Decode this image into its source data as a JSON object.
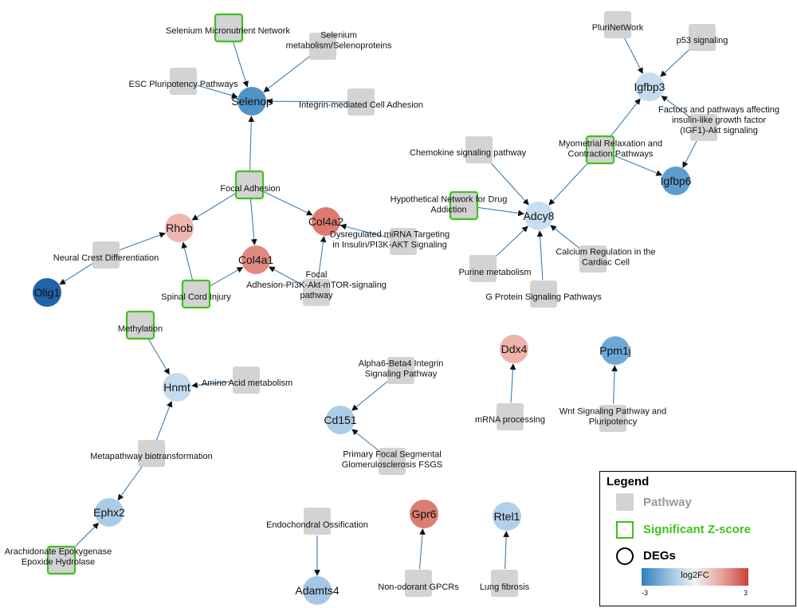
{
  "nodes": [
    {
      "id": "p_selmicro",
      "kind": "pathway",
      "sig": true,
      "label": [
        "Selenium Micronutrient Network"
      ]
    },
    {
      "id": "p_selmeta",
      "kind": "pathway",
      "sig": false,
      "label": [
        "Selenium",
        "metabolism/Selenoproteins"
      ]
    },
    {
      "id": "p_esc",
      "kind": "pathway",
      "sig": false,
      "label": [
        "ESC Pluripotency Pathways"
      ]
    },
    {
      "id": "p_integrin",
      "kind": "pathway",
      "sig": false,
      "label": [
        "Integrin-mediated Cell Adhesion"
      ]
    },
    {
      "id": "g_selenop",
      "kind": "gene",
      "label": "Selenop",
      "color": "#4f94c8"
    },
    {
      "id": "p_focal",
      "kind": "pathway",
      "sig": true,
      "label": [
        "Focal Adhesion"
      ]
    },
    {
      "id": "g_rhob",
      "kind": "gene",
      "label": "Rhob",
      "color": "#f0b7b0"
    },
    {
      "id": "g_col4a2",
      "kind": "gene",
      "label": "Col4a2",
      "color": "#dd7a6e"
    },
    {
      "id": "g_col4a1",
      "kind": "gene",
      "label": "Col4a1",
      "color": "#e08a7f"
    },
    {
      "id": "p_neural",
      "kind": "pathway",
      "sig": false,
      "label": [
        "Neural Crest Differentiation"
      ]
    },
    {
      "id": "g_olig1",
      "kind": "gene",
      "label": "Olig1",
      "color": "#1f63a8"
    },
    {
      "id": "p_spinal",
      "kind": "pathway",
      "sig": true,
      "label": [
        "Spinal Cord Injury"
      ]
    },
    {
      "id": "p_pi3k",
      "kind": "pathway",
      "sig": false,
      "label": [
        "Focal",
        "Adhesion-PI3K-Akt-mTOR-signaling",
        "pathway"
      ]
    },
    {
      "id": "p_mirna",
      "kind": "pathway",
      "sig": false,
      "label": [
        "Dysregulated miRNA Targeting",
        "in Insulin/PI3K-AKT Signaling"
      ]
    },
    {
      "id": "p_methyl",
      "kind": "pathway",
      "sig": true,
      "label": [
        "Methylation"
      ]
    },
    {
      "id": "g_hnmt",
      "kind": "gene",
      "label": "Hnmt",
      "color": "#c4dcee"
    },
    {
      "id": "p_amino",
      "kind": "pathway",
      "sig": false,
      "label": [
        "Amino Acid metabolism"
      ]
    },
    {
      "id": "p_metabio",
      "kind": "pathway",
      "sig": false,
      "label": [
        "Metapathway biotransformation"
      ]
    },
    {
      "id": "g_ephx2",
      "kind": "gene",
      "label": "Ephx2",
      "color": "#aacce6"
    },
    {
      "id": "p_arach",
      "kind": "pathway",
      "sig": true,
      "label": [
        "Arachidonate Epoxygenase",
        "Epoxide Hydrolase"
      ]
    },
    {
      "id": "p_pluri",
      "kind": "pathway",
      "sig": false,
      "label": [
        "PluriNetWork"
      ]
    },
    {
      "id": "p_p53",
      "kind": "pathway",
      "sig": false,
      "label": [
        "p53 signaling"
      ]
    },
    {
      "id": "g_igfbp3",
      "kind": "gene",
      "label": "Igfbp3",
      "color": "#c4dcee"
    },
    {
      "id": "p_igf1",
      "kind": "pathway",
      "sig": false,
      "label": [
        "Factors and pathways affecting",
        "insulin-like growth factor",
        "(IGF1)-Akt signaling"
      ]
    },
    {
      "id": "p_myo",
      "kind": "pathway",
      "sig": true,
      "label": [
        "Myometrial Relaxation and",
        "Contraction Pathways"
      ]
    },
    {
      "id": "g_igfbp6",
      "kind": "gene",
      "label": "Igfbp6",
      "color": "#5e9dd0"
    },
    {
      "id": "p_chemo",
      "kind": "pathway",
      "sig": false,
      "label": [
        "Chemokine signaling pathway"
      ]
    },
    {
      "id": "p_hypo",
      "kind": "pathway",
      "sig": true,
      "label": [
        "Hypothetical Network for Drug",
        "Addiction"
      ]
    },
    {
      "id": "g_adcy8",
      "kind": "gene",
      "label": "Adcy8",
      "color": "#c8def0"
    },
    {
      "id": "p_calcium",
      "kind": "pathway",
      "sig": false,
      "label": [
        "Calcium Regulation in the",
        "Cardiac Cell"
      ]
    },
    {
      "id": "p_purine",
      "kind": "pathway",
      "sig": false,
      "label": [
        "Purine metabolism"
      ]
    },
    {
      "id": "p_gprot",
      "kind": "pathway",
      "sig": false,
      "label": [
        "G Protein Signaling Pathways"
      ]
    },
    {
      "id": "g_ddx4",
      "kind": "gene",
      "label": "Ddx4",
      "color": "#eeb3ab"
    },
    {
      "id": "p_mrna",
      "kind": "pathway",
      "sig": false,
      "label": [
        "mRNA processing"
      ]
    },
    {
      "id": "g_ppm1j",
      "kind": "gene",
      "label": "Ppm1j",
      "color": "#6ea8d6"
    },
    {
      "id": "p_wnt",
      "kind": "pathway",
      "sig": false,
      "label": [
        "Wnt Signaling Pathway and",
        "Pluripotency"
      ]
    },
    {
      "id": "p_alpha6",
      "kind": "pathway",
      "sig": false,
      "label": [
        "Alpha6-Beta4 Integrin",
        "Signaling Pathway"
      ]
    },
    {
      "id": "g_cd151",
      "kind": "gene",
      "label": "Cd151",
      "color": "#aacce6"
    },
    {
      "id": "p_fsgs",
      "kind": "pathway",
      "sig": false,
      "label": [
        "Primary Focal Segmental",
        "Glomerulosclerosis FSGS"
      ]
    },
    {
      "id": "p_endo",
      "kind": "pathway",
      "sig": false,
      "label": [
        "Endochondral Ossification"
      ]
    },
    {
      "id": "g_adamts4",
      "kind": "gene",
      "label": "Adamts4",
      "color": "#a6c8e4"
    },
    {
      "id": "g_gpr6",
      "kind": "gene",
      "label": "Gpr6",
      "color": "#dd7c70"
    },
    {
      "id": "p_nonodor",
      "kind": "pathway",
      "sig": false,
      "label": [
        "Non-odorant GPCRs"
      ]
    },
    {
      "id": "g_rtel1",
      "kind": "gene",
      "label": "Rtel1",
      "color": "#b2d0ea"
    },
    {
      "id": "p_lung",
      "kind": "pathway",
      "sig": false,
      "label": [
        "Lung fibrosis"
      ]
    }
  ],
  "edges": [
    [
      "p_selmicro",
      "g_selenop"
    ],
    [
      "p_selmeta",
      "g_selenop"
    ],
    [
      "p_esc",
      "g_selenop"
    ],
    [
      "p_integrin",
      "g_selenop"
    ],
    [
      "p_focal",
      "g_selenop"
    ],
    [
      "p_focal",
      "g_rhob"
    ],
    [
      "p_focal",
      "g_col4a1"
    ],
    [
      "p_focal",
      "g_col4a2"
    ],
    [
      "p_neural",
      "g_rhob"
    ],
    [
      "p_neural",
      "g_olig1"
    ],
    [
      "p_spinal",
      "g_rhob"
    ],
    [
      "p_spinal",
      "g_col4a1"
    ],
    [
      "p_pi3k",
      "g_col4a1"
    ],
    [
      "p_pi3k",
      "g_col4a2"
    ],
    [
      "p_mirna",
      "g_col4a2"
    ],
    [
      "p_methyl",
      "g_hnmt"
    ],
    [
      "p_amino",
      "g_hnmt"
    ],
    [
      "p_metabio",
      "g_hnmt"
    ],
    [
      "p_metabio",
      "g_ephx2"
    ],
    [
      "p_arach",
      "g_ephx2"
    ],
    [
      "p_pluri",
      "g_igfbp3"
    ],
    [
      "p_p53",
      "g_igfbp3"
    ],
    [
      "p_igf1",
      "g_igfbp3"
    ],
    [
      "p_igf1",
      "g_igfbp6"
    ],
    [
      "p_myo",
      "g_igfbp3"
    ],
    [
      "p_myo",
      "g_igfbp6"
    ],
    [
      "p_myo",
      "g_adcy8"
    ],
    [
      "p_chemo",
      "g_adcy8"
    ],
    [
      "p_hypo",
      "g_adcy8"
    ],
    [
      "p_calcium",
      "g_adcy8"
    ],
    [
      "p_purine",
      "g_adcy8"
    ],
    [
      "p_gprot",
      "g_adcy8"
    ],
    [
      "p_mrna",
      "g_ddx4"
    ],
    [
      "p_wnt",
      "g_ppm1j"
    ],
    [
      "p_alpha6",
      "g_cd151"
    ],
    [
      "p_fsgs",
      "g_cd151"
    ],
    [
      "p_endo",
      "g_adamts4"
    ],
    [
      "p_nonodor",
      "g_gpr6"
    ],
    [
      "p_lung",
      "g_rtel1"
    ]
  ],
  "colors": {
    "pathway_fill": "#d3d3d3",
    "significant_border": "#3fc21a",
    "edge": "#3a7fb5",
    "low": "#2f7fbd",
    "high": "#c9423a"
  },
  "legend": {
    "title": "Legend",
    "pathway": "Pathway",
    "significant": "Significant Z-score",
    "degs": "DEGs",
    "scale_label": "log2FC",
    "min": "-3",
    "max": "3"
  }
}
